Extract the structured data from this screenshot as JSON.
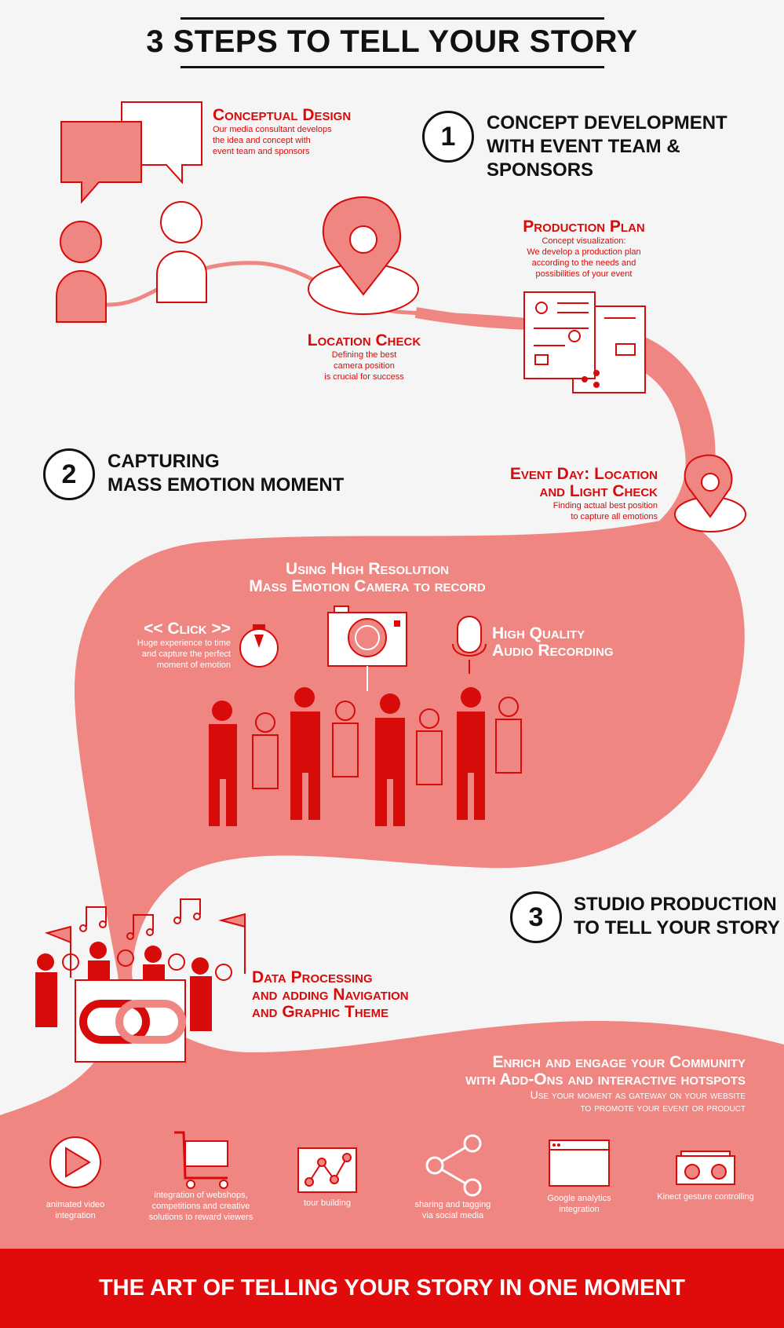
{
  "title": "3 STEPS TO TELL YOUR STORY",
  "steps": [
    {
      "number": "1",
      "line1": "CONCEPT DEVELOPMENT",
      "line2": "WITH EVENT TEAM & SPONSORS"
    },
    {
      "number": "2",
      "line1": "CAPTURING",
      "line2": "MASS EMOTION MOMENT"
    },
    {
      "number": "3",
      "line1": "STUDIO PRODUCTION",
      "line2": "TO TELL YOUR STORY"
    }
  ],
  "conceptual_design": {
    "heading": "Conceptual Design",
    "line1": "Our media consultant develops",
    "line2": "the idea and concept with",
    "line3": "event team and sponsors"
  },
  "location_check": {
    "heading": "Location Check",
    "line1": "Defining the best",
    "line2": "camera position",
    "line3": "is crucial for success"
  },
  "production_plan": {
    "heading": "Production Plan",
    "line1": "Concept visualization:",
    "line2": "We develop a production plan",
    "line3": "according to the needs and",
    "line4": "possibilities of your event"
  },
  "event_day": {
    "heading1": "Event Day: Location",
    "heading2": "and Light Check",
    "line1": "Finding actual best position",
    "line2": "to capture all emotions"
  },
  "camera": {
    "heading1": "Using High Resolution",
    "heading2": "Mass Emotion Camera to record"
  },
  "click": {
    "heading": "<< Click  >>",
    "line1": "Huge experience to time",
    "line2": "and capture the perfect",
    "line3": "moment of emotion"
  },
  "audio": {
    "heading1": "High Quality",
    "heading2": "Audio Recording"
  },
  "data_processing": {
    "line1": "Data Processing",
    "line2": "and adding Navigation",
    "line3": "and Graphic Theme"
  },
  "enrich": {
    "heading1": "Enrich and engage your Community",
    "heading2": "with Add-Ons and interactive hotspots",
    "sub1": "Use your moment as gateway on your website",
    "sub2": "to promote your event or product"
  },
  "addons": [
    {
      "icon": "play-icon",
      "line1": "animated video",
      "line2": "integration",
      "line3": ""
    },
    {
      "icon": "cart-icon",
      "line1": "integration of webshops,",
      "line2": "competitions and creative",
      "line3": "solutions to reward viewers"
    },
    {
      "icon": "tour-icon",
      "line1": "tour building",
      "line2": "",
      "line3": ""
    },
    {
      "icon": "share-icon",
      "line1": "sharing and tagging",
      "line2": "via social media",
      "line3": ""
    },
    {
      "icon": "browser-icon",
      "line1": "Google analytics",
      "line2": "integration",
      "line3": ""
    },
    {
      "icon": "vr-headset-icon",
      "line1": "Kinect gesture controlling",
      "line2": "",
      "line3": ""
    }
  ],
  "footer": "THE ART OF TELLING YOUR STORY IN ONE MOMENT",
  "colors": {
    "red": "#d80b0b",
    "salmon": "#f08682",
    "footer": "#e00b0b",
    "ink": "#111111"
  }
}
